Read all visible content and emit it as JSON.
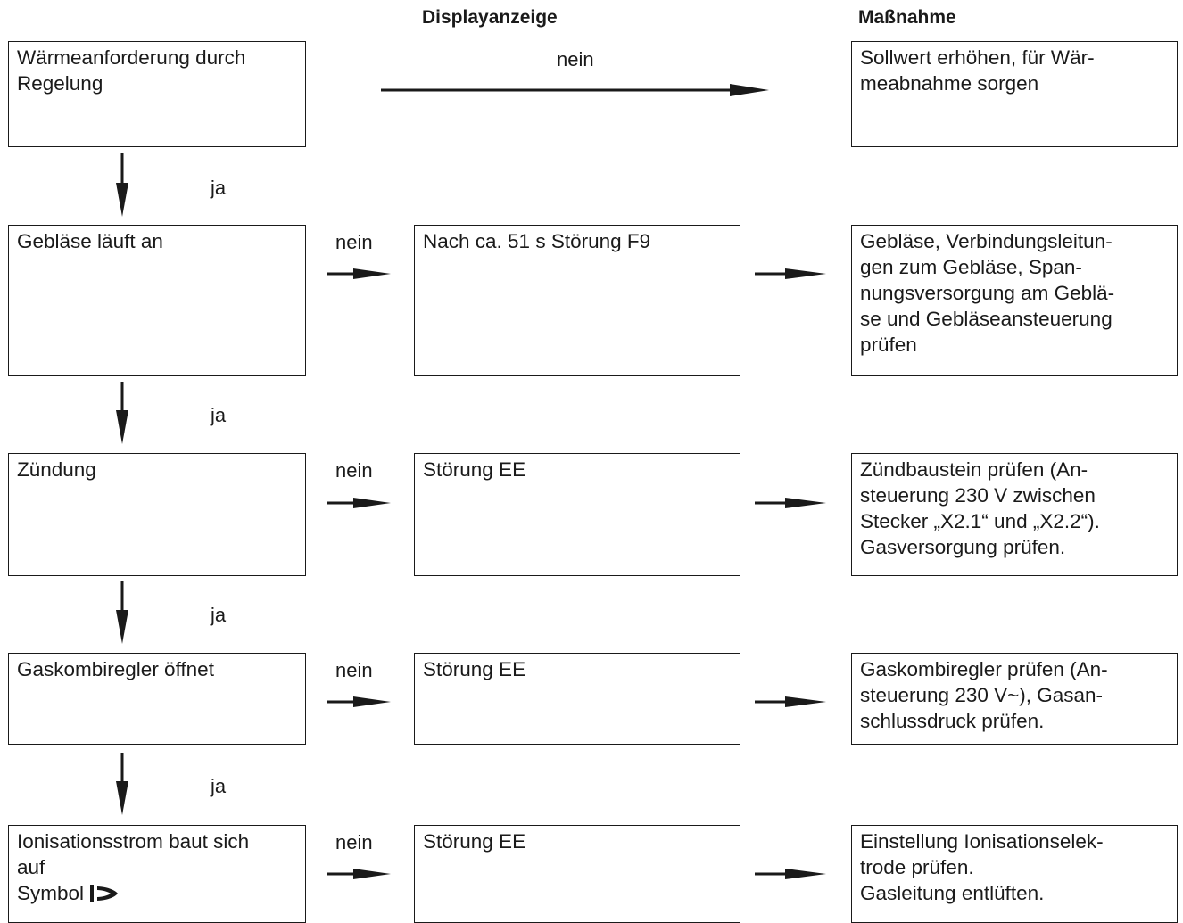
{
  "headers": {
    "display": "Displayanzeige",
    "measure": "Maßnahme"
  },
  "labels": {
    "no": "nein",
    "yes": "ja"
  },
  "steps": [
    {
      "check": "Wärmeanforderung durch\nRegelung",
      "display": "",
      "measure": "Sollwert erhöhen, für Wär-\nmeabnahme sorgen"
    },
    {
      "check": "Gebläse läuft an",
      "display": "Nach ca. 51 s Störung F9",
      "measure": "Gebläse, Verbindungsleitun-\ngen zum Gebläse, Span-\nnungsversorgung am Geblä-\nse und Gebläseansteuerung\nprüfen"
    },
    {
      "check": "Zündung",
      "display": "Störung EE",
      "measure": "Zündbaustein prüfen (An-\nsteuerung 230 V zwischen\nStecker „X2.1“ und „X2.2“).\nGasversorgung prüfen."
    },
    {
      "check": "Gaskombiregler öffnet",
      "display": "Störung EE",
      "measure": "Gaskombiregler prüfen (An-\nsteuerung 230 V~), Gasan-\nschlussdruck prüfen."
    },
    {
      "check": "Ionisationsstrom baut sich\nauf\nSymbol",
      "display": "Störung EE",
      "measure": "Einstellung Ionisationselek-\ntrode prüfen.\nGasleitung entlüften."
    }
  ],
  "icons": {
    "flame_symbol": "burner-flame-symbol-icon"
  }
}
